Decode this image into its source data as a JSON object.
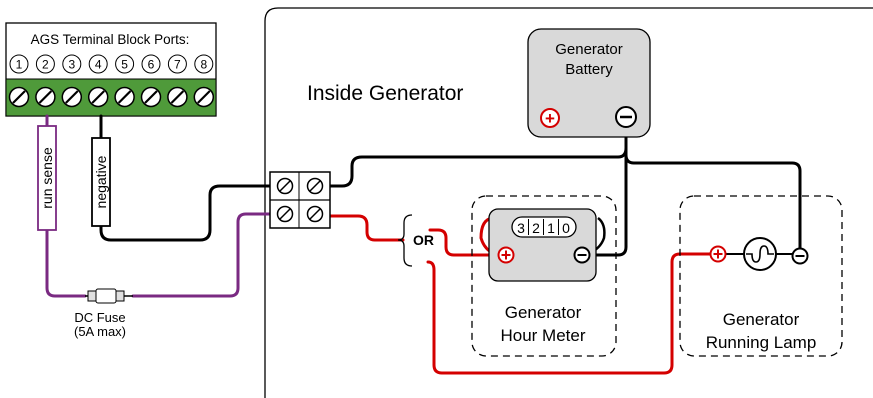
{
  "terminal_block": {
    "title": "AGS Terminal Block Ports:",
    "ports": [
      "1",
      "2",
      "3",
      "4",
      "5",
      "6",
      "7",
      "8"
    ]
  },
  "wires": {
    "run_sense_label": "run sense",
    "negative_label": "negative"
  },
  "fuse": {
    "label_line1": "DC Fuse",
    "label_line2": "(5A max)"
  },
  "generator": {
    "area_label": "Inside Generator",
    "battery_line1": "Generator",
    "battery_line2": "Battery",
    "or_label": "OR",
    "hour_meter_display": [
      "3",
      "2",
      "1",
      "0"
    ],
    "hour_meter_line1": "Generator",
    "hour_meter_line2": "Hour Meter",
    "lamp_line1": "Generator",
    "lamp_line2": "Running Lamp",
    "plus_symbol": "+",
    "minus_symbol": "−"
  },
  "colors": {
    "terminal_green": "#4f9a3a",
    "wire_black": "#000000",
    "wire_red": "#d40000",
    "wire_purple": "#7a2a82",
    "body_gray": "#d9d9d9"
  }
}
